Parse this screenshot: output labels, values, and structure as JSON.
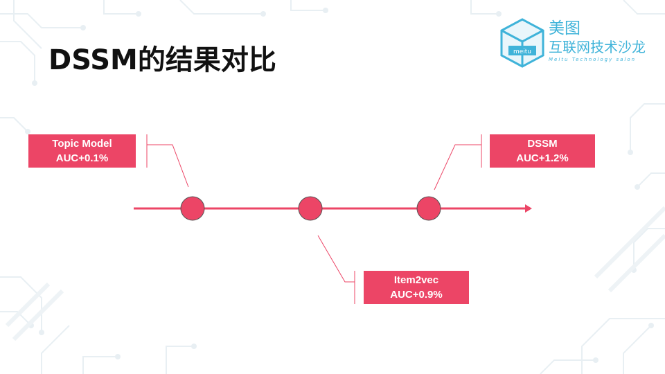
{
  "title": "DSSM的结果对比",
  "logo": {
    "name": "美图",
    "subtitle": "互联网技术沙龙",
    "english": "Meitu Technology salon",
    "badge": "meitu"
  },
  "milestones": [
    {
      "name": "Topic Model",
      "metric": "AUC+0.1%"
    },
    {
      "name": "Item2vec",
      "metric": "AUC+0.9%"
    },
    {
      "name": "DSSM",
      "metric": "AUC+1.2%"
    }
  ],
  "colors": {
    "accent": "#ec4566",
    "logo": "#3fb3d9",
    "background": "#ffffff",
    "circuit": "#e6eef2"
  }
}
